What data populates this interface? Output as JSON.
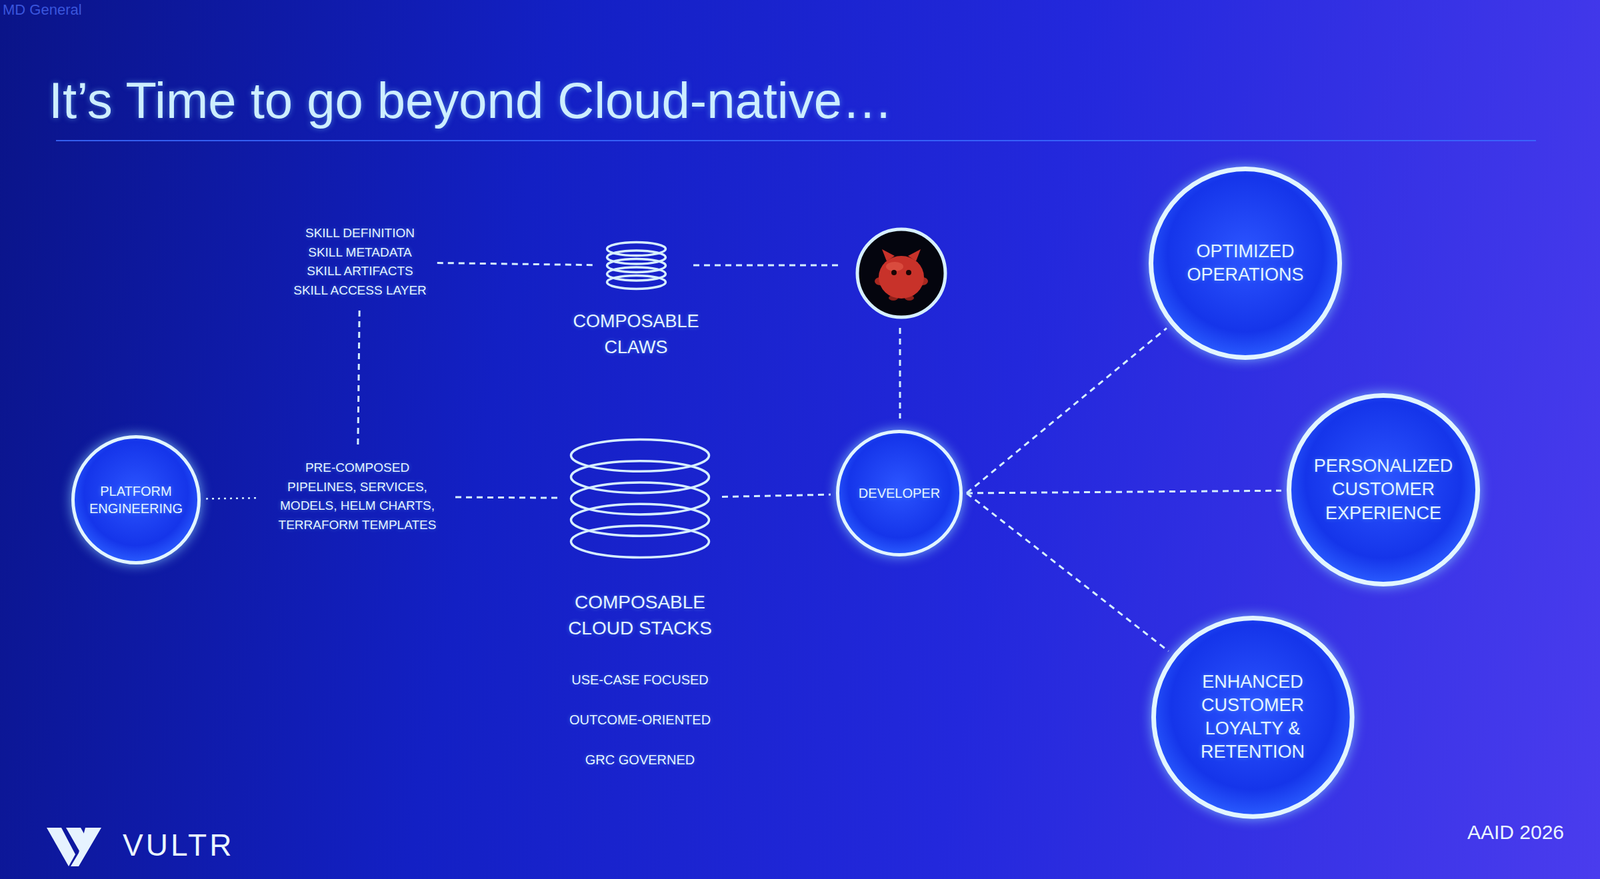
{
  "diagram": {
    "title": "It’s Time to go beyond Cloud-native…",
    "nodes": [
      {
        "text": [
          "SKILL DEFINITION",
          "SKILL METADATA",
          "SKILL ARTIFACTS",
          "SKILL ACCESS LAYER"
        ]
      },
      {
        "text": [
          "COMPOSABLE CLAWS"
        ]
      },
      {
        "text": [
          "OPTIMIZED OPERATIONS"
        ]
      },
      {
        "text": [
          "PLATFORM ENGINEERING"
        ]
      },
      {
        "text": [
          "PRE-COMPOSED PIPELINES, SERVICES, MODELS, HELM CHARTS, TERRAFORM TEMPLATES"
        ]
      },
      {
        "text": [
          "COMPOSABLE CLOUD STACKS",
          "USE-CASE FOCUSED",
          "OUTCOME-ORIENTED",
          "GRC GOVERNED"
        ]
      },
      {
        "text": [
          "DEVELOPER"
        ]
      },
      {
        "text": [
          "PERSONALIZED CUSTOMER EXPERIENCE"
        ]
      },
      {
        "text": [
          "ENHANCED CUSTOMER LOYALTY & RETENTION"
        ]
      }
    ],
    "edges": [
      {
        "from": 3,
        "to": 4,
        "arrow": "none"
      },
      {
        "from": 4,
        "to": 5,
        "arrow": "none"
      },
      {
        "from": 5,
        "to": 6,
        "arrow": "none"
      },
      {
        "from": 0,
        "to": 4,
        "arrow": "none"
      },
      {
        "from": 0,
        "to": 1,
        "arrow": "none"
      },
      {
        "from": 6,
        "to": 2,
        "arrow": "none"
      },
      {
        "from": 6,
        "to": 7,
        "arrow": "none"
      },
      {
        "from": 6,
        "to": 8,
        "arrow": "none"
      }
    ],
    "labels": [
      "MD General",
      "VULTR",
      "AAID 2026"
    ]
  }
}
